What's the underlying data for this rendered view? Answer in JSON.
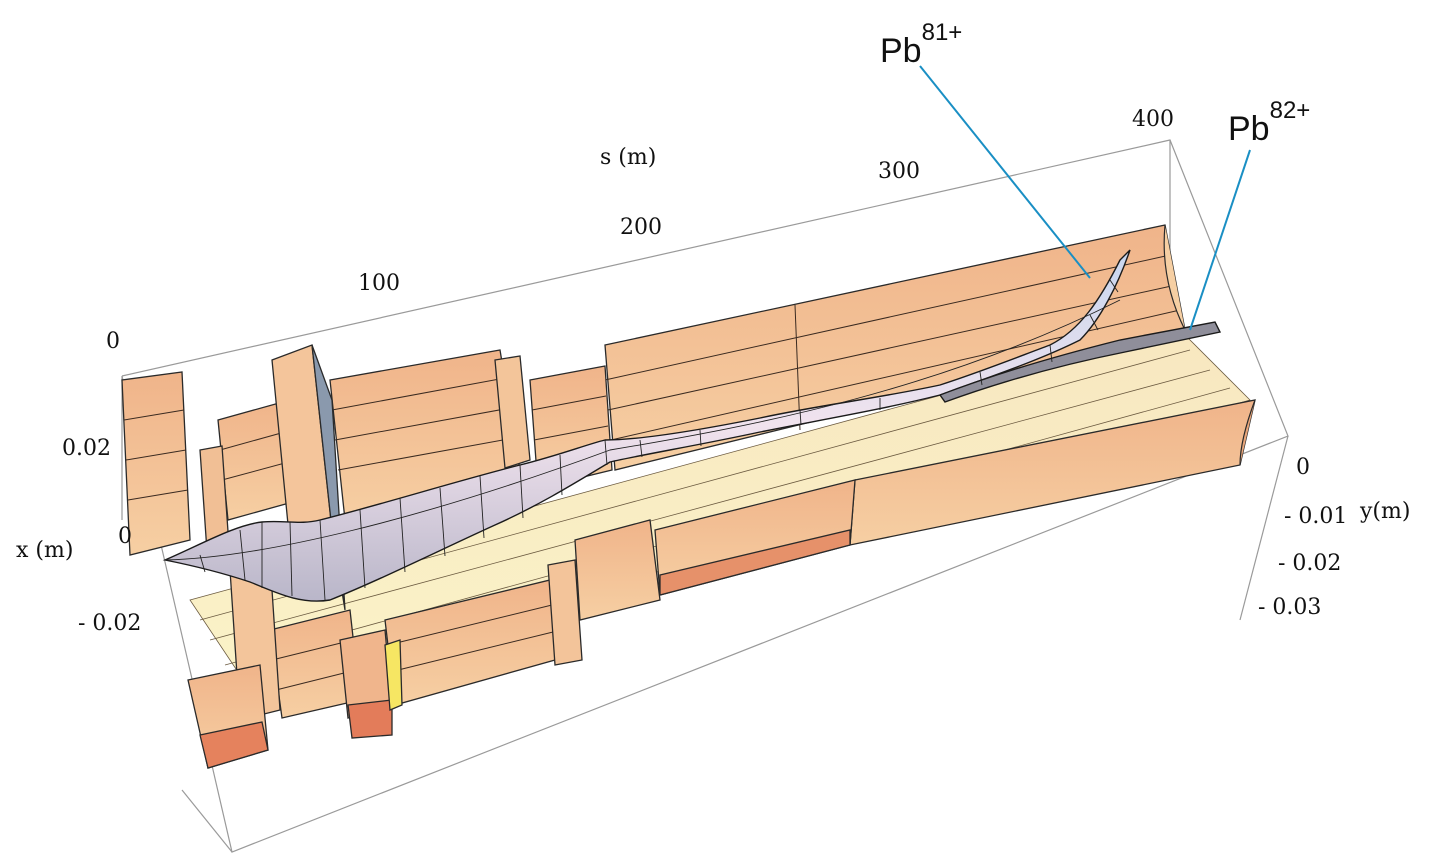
{
  "figure": {
    "s_axis": {
      "label": "s (m)",
      "ticks": [
        "100",
        "200",
        "300",
        "400"
      ]
    },
    "x_axis": {
      "label": "x (m)",
      "ticks": [
        "0",
        "0.02",
        "0",
        "- 0.02"
      ]
    },
    "y_axis": {
      "label": "y(m)",
      "ticks": [
        "0",
        "- 0.01",
        "- 0.02",
        "- 0.03"
      ]
    },
    "labels": {
      "pb81": {
        "base": "Pb",
        "sup": "81+"
      },
      "pb82": {
        "base": "Pb",
        "sup": "82+"
      }
    },
    "colors": {
      "magnet_top": "#f2b98c",
      "magnet_side": "#e6956a",
      "magnet_light": "#f7e9b8",
      "beam_fill": "#d9cde0",
      "leader_line": "#1a8fc4"
    }
  }
}
